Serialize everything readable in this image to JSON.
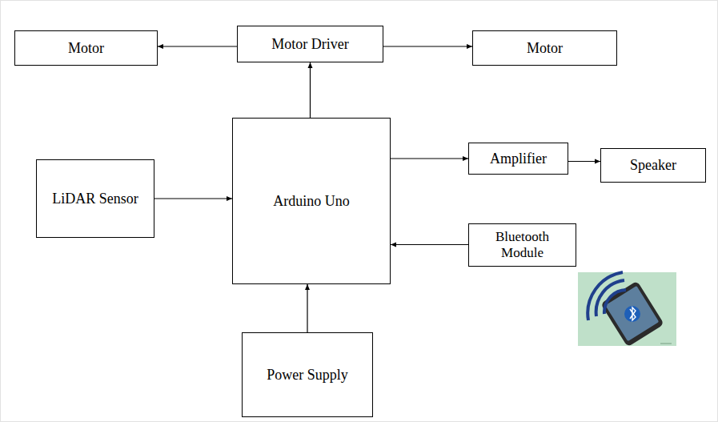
{
  "diagram": {
    "nodes": [
      {
        "text": [
          "Motor"
        ]
      },
      {
        "text": [
          "Motor Driver"
        ]
      },
      {
        "text": [
          "Motor"
        ]
      },
      {
        "text": [
          "LiDAR Sensor"
        ]
      },
      {
        "text": [
          "Arduino Uno"
        ]
      },
      {
        "text": [
          "Amplifier"
        ]
      },
      {
        "text": [
          "Speaker"
        ]
      },
      {
        "text": [
          "Bluetooth Module"
        ]
      },
      {
        "text": [
          "Power Supply"
        ]
      }
    ],
    "edges": [
      {
        "from": 1,
        "to": 0,
        "arrow": "to"
      },
      {
        "from": 1,
        "to": 2,
        "arrow": "to"
      },
      {
        "from": 4,
        "to": 1,
        "arrow": "to"
      },
      {
        "from": 3,
        "to": 4,
        "arrow": "to"
      },
      {
        "from": 4,
        "to": 5,
        "arrow": "to"
      },
      {
        "from": 5,
        "to": 6,
        "arrow": "to"
      },
      {
        "from": 7,
        "to": 4,
        "arrow": "to"
      },
      {
        "from": 8,
        "to": 4,
        "arrow": "to"
      }
    ]
  }
}
